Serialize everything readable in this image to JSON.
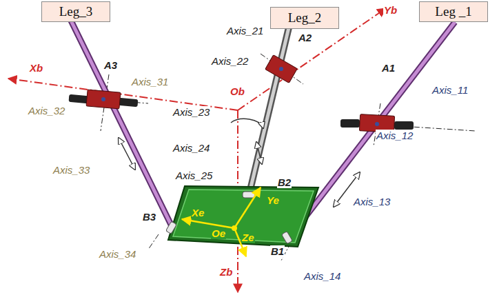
{
  "diagram": {
    "nodes": [
      {
        "text": [
          "Leg_3"
        ]
      },
      {
        "text": [
          "Leg_2"
        ]
      },
      {
        "text": [
          "Leg _1"
        ]
      }
    ],
    "labels": [
      "Yb",
      "Axis_21",
      "A2",
      "Axis_22",
      "A3",
      "Xb",
      "Axis_31",
      "A1",
      "Axis_11",
      "Ob",
      "Axis_32",
      "Axis_23",
      "Axis_12",
      "Axis_24",
      "Axis_33",
      "Axis_25",
      "B2",
      "Ye",
      "Axis_13",
      "Xe",
      "B3",
      "Oe",
      "Ze",
      "B1",
      "Axis_34",
      "Axis_14",
      "Zb"
    ]
  }
}
